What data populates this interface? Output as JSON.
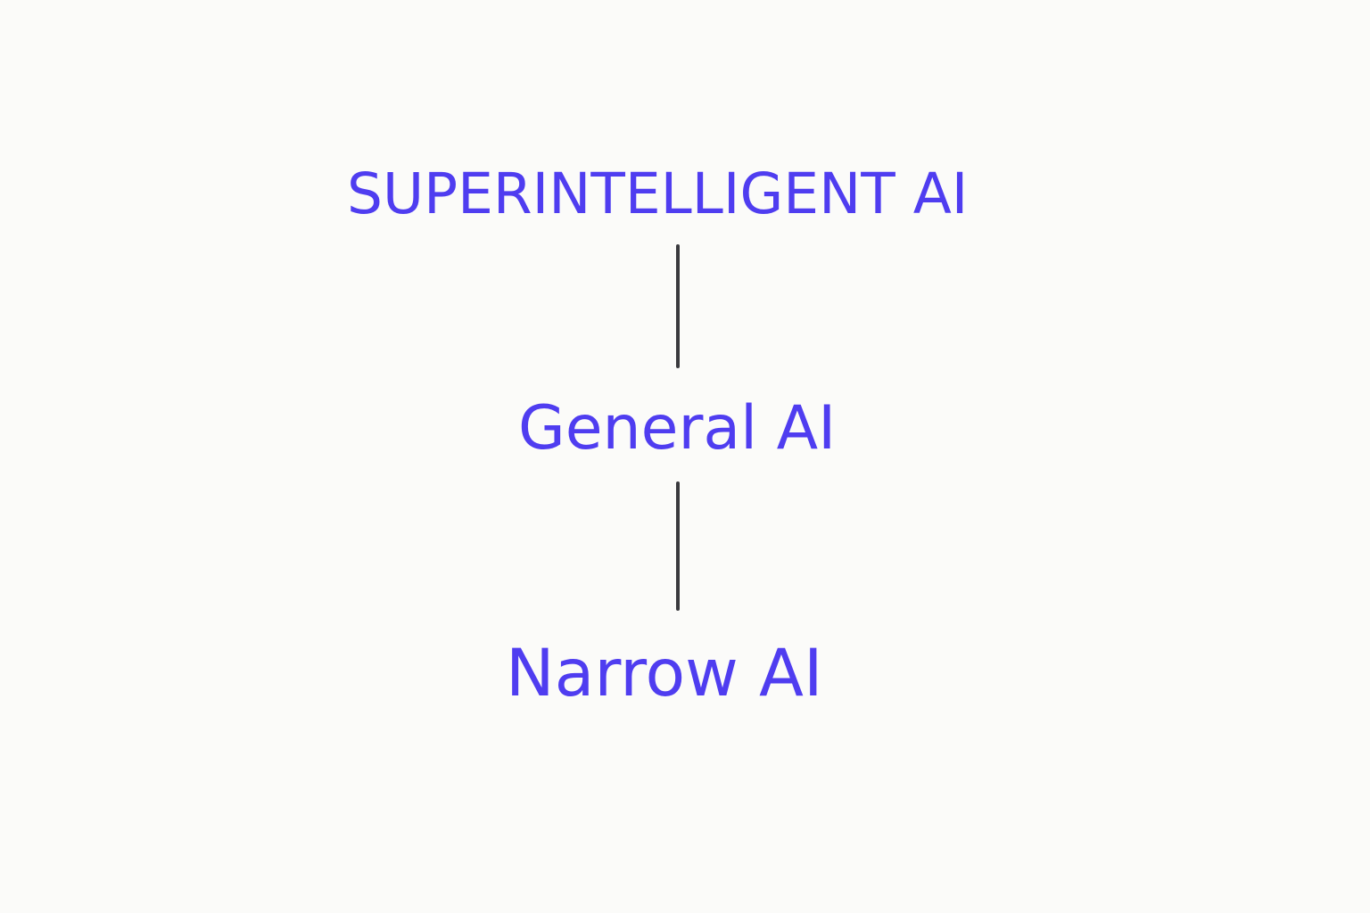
{
  "diagram": {
    "levels": [
      {
        "label": "SUPERINTELLIGENT AI"
      },
      {
        "label": "General AI"
      },
      {
        "label": "Narrow AI"
      }
    ],
    "colors": {
      "label": "#4f3df0",
      "connector": "#3a3a3e",
      "background": "#fbfbf9"
    }
  }
}
